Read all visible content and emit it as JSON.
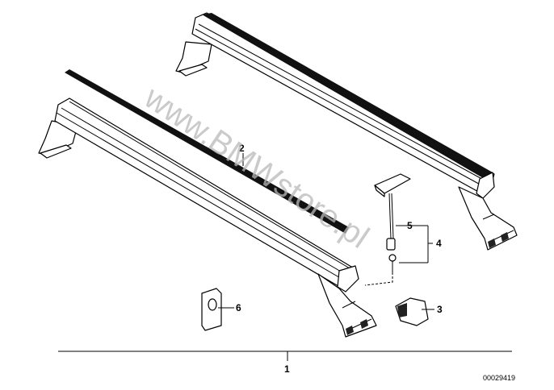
{
  "watermark": "www.BMWstore.pl",
  "callouts": {
    "c1": "1",
    "c2": "2",
    "c3": "3",
    "c4": "4",
    "c5": "5",
    "c6": "6"
  },
  "document_number": "00029419"
}
